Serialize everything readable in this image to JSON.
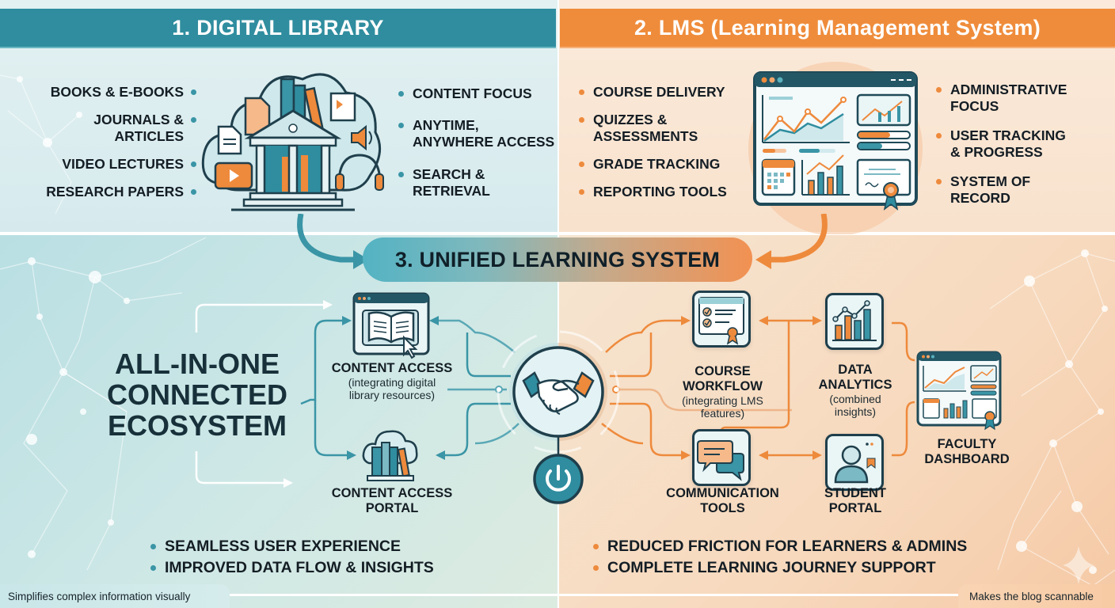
{
  "colors": {
    "teal": "#2f8d9f",
    "orange": "#ef8c3b",
    "dark": "#1f3f4c",
    "text": "#141d24"
  },
  "section1": {
    "title": "1. DIGITAL LIBRARY",
    "left_items": [
      "BOOKS & E-BOOKS",
      "JOURNALS & ARTICLES",
      "VIDEO LECTURES",
      "RESEARCH PAPERS"
    ],
    "left_items_lines": [
      [
        "BOOKS & E-BOOKS"
      ],
      [
        "JOURNALS &",
        "ARTICLES"
      ],
      [
        "VIDEO LECTURES"
      ],
      [
        "RESEARCH PAPERS"
      ]
    ],
    "right_items": [
      "CONTENT FOCUS",
      "ANYTIME, ANYWHERE ACCESS",
      "SEARCH & RETRIEVAL"
    ],
    "right_items_lines": [
      [
        "CONTENT FOCUS"
      ],
      [
        "ANYTIME,",
        "ANYWHERE ACCESS"
      ],
      [
        "SEARCH &",
        "RETRIEVAL"
      ]
    ],
    "illustration": "library-cloud-icon"
  },
  "section2": {
    "title": "2. LMS (Learning Management System)",
    "left_items": [
      "COURSE DELIVERY",
      "QUIZZES & ASSESSMENTS",
      "GRADE TRACKING",
      "REPORTING TOOLS"
    ],
    "left_items_lines": [
      [
        "COURSE DELIVERY"
      ],
      [
        "QUIZZES &",
        "ASSESSMENTS"
      ],
      [
        "GRADE TRACKING"
      ],
      [
        "REPORTING TOOLS"
      ]
    ],
    "right_items": [
      "ADMINISTRATIVE FOCUS",
      "USER TRACKING & PROGRESS",
      "SYSTEM OF RECORD"
    ],
    "right_items_lines": [
      [
        "ADMINISTRATIVE",
        "FOCUS"
      ],
      [
        "USER TRACKING",
        "& PROGRESS"
      ],
      [
        "SYSTEM OF",
        "RECORD"
      ]
    ],
    "illustration": "lms-dashboard-icon"
  },
  "section3": {
    "title": "3. UNIFIED LEARNING SYSTEM",
    "tagline_lines": [
      "ALL-IN-ONE",
      "CONNECTED",
      "ECOSYSTEM"
    ],
    "hub_icon": "handshake-icon",
    "power_icon": "power-icon",
    "nodes": {
      "content_access": {
        "label": "CONTENT ACCESS",
        "sub_lines": [
          "(integrating digital",
          "library resources)"
        ],
        "icon": "open-book-browser-icon"
      },
      "content_portal": {
        "label_lines": [
          "CONTENT ACCESS",
          "PORTAL"
        ],
        "icon": "cloud-books-icon"
      },
      "course_workflow": {
        "label_lines": [
          "COURSE",
          "WORKFLOW"
        ],
        "sub_lines": [
          "(integrating LMS",
          "features)"
        ],
        "icon": "checklist-certificate-icon"
      },
      "data_analytics": {
        "label_lines": [
          "DATA",
          "ANALYTICS"
        ],
        "sub_lines": [
          "(combined",
          "insights)"
        ],
        "icon": "bar-line-chart-icon"
      },
      "communication": {
        "label_lines": [
          "COMMUNICATION",
          "TOOLS"
        ],
        "icon": "chat-bubbles-icon"
      },
      "student_portal": {
        "label_lines": [
          "STUDENT",
          "PORTAL"
        ],
        "icon": "user-profile-icon"
      },
      "faculty_dashboard": {
        "label_lines": [
          "FACULTY",
          "DASHBOARD"
        ],
        "icon": "dashboard-window-icon"
      }
    },
    "benefits_left": [
      "SEAMLESS USER EXPERIENCE",
      "IMPROVED DATA FLOW & INSIGHTS"
    ],
    "benefits_right": [
      "REDUCED FRICTION FOR LEARNERS & ADMINS",
      "COMPLETE LEARNING JOURNEY SUPPORT"
    ]
  },
  "footer": {
    "left_caption": "Simplifies complex information visually",
    "right_caption": "Makes the blog scannable"
  }
}
